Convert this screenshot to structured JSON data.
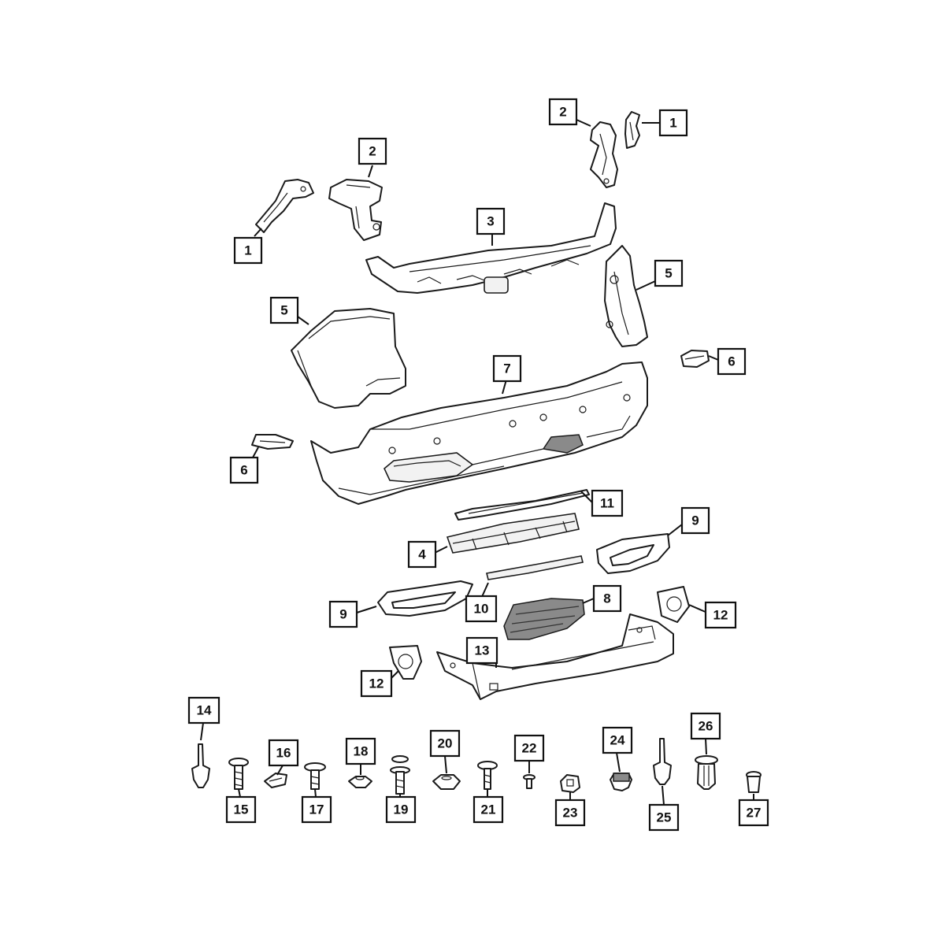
{
  "callouts": [
    {
      "id": "c1a",
      "label": "1"
    },
    {
      "id": "c1b",
      "label": "1"
    },
    {
      "id": "c2a",
      "label": "2"
    },
    {
      "id": "c2b",
      "label": "2"
    },
    {
      "id": "c3",
      "label": "3"
    },
    {
      "id": "c4",
      "label": "4"
    },
    {
      "id": "c5a",
      "label": "5"
    },
    {
      "id": "c5b",
      "label": "5"
    },
    {
      "id": "c6a",
      "label": "6"
    },
    {
      "id": "c6b",
      "label": "6"
    },
    {
      "id": "c7",
      "label": "7"
    },
    {
      "id": "c8",
      "label": "8"
    },
    {
      "id": "c9a",
      "label": "9"
    },
    {
      "id": "c9b",
      "label": "9"
    },
    {
      "id": "c10",
      "label": "10"
    },
    {
      "id": "c11",
      "label": "11"
    },
    {
      "id": "c12a",
      "label": "12"
    },
    {
      "id": "c12b",
      "label": "12"
    },
    {
      "id": "c13",
      "label": "13"
    },
    {
      "id": "c14",
      "label": "14"
    },
    {
      "id": "c15",
      "label": "15"
    },
    {
      "id": "c16",
      "label": "16"
    },
    {
      "id": "c17",
      "label": "17"
    },
    {
      "id": "c18",
      "label": "18"
    },
    {
      "id": "c19",
      "label": "19"
    },
    {
      "id": "c20",
      "label": "20"
    },
    {
      "id": "c21",
      "label": "21"
    },
    {
      "id": "c22",
      "label": "22"
    },
    {
      "id": "c23",
      "label": "23"
    },
    {
      "id": "c24",
      "label": "24"
    },
    {
      "id": "c25",
      "label": "25"
    },
    {
      "id": "c26",
      "label": "26"
    },
    {
      "id": "c27",
      "label": "27"
    }
  ]
}
